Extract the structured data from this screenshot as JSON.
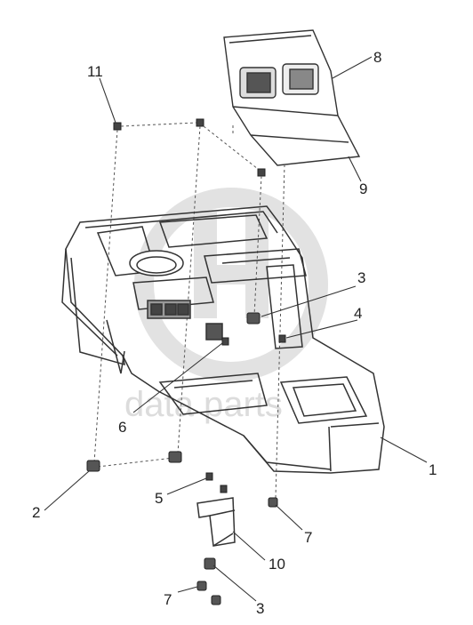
{
  "diagram": {
    "watermark_text": "data parts",
    "callouts": [
      {
        "id": "c1",
        "text": "1"
      },
      {
        "id": "c2",
        "text": "2"
      },
      {
        "id": "c3a",
        "text": "3"
      },
      {
        "id": "c3b",
        "text": "3"
      },
      {
        "id": "c4",
        "text": "4"
      },
      {
        "id": "c5",
        "text": "5"
      },
      {
        "id": "c6",
        "text": "6"
      },
      {
        "id": "c7a",
        "text": "7"
      },
      {
        "id": "c7b",
        "text": "7"
      },
      {
        "id": "c8",
        "text": "8"
      },
      {
        "id": "c9",
        "text": "9"
      },
      {
        "id": "c10",
        "text": "10"
      },
      {
        "id": "c11",
        "text": "11"
      }
    ]
  },
  "colors": {
    "line": "#333333",
    "watermark": "#d8d8d8"
  }
}
